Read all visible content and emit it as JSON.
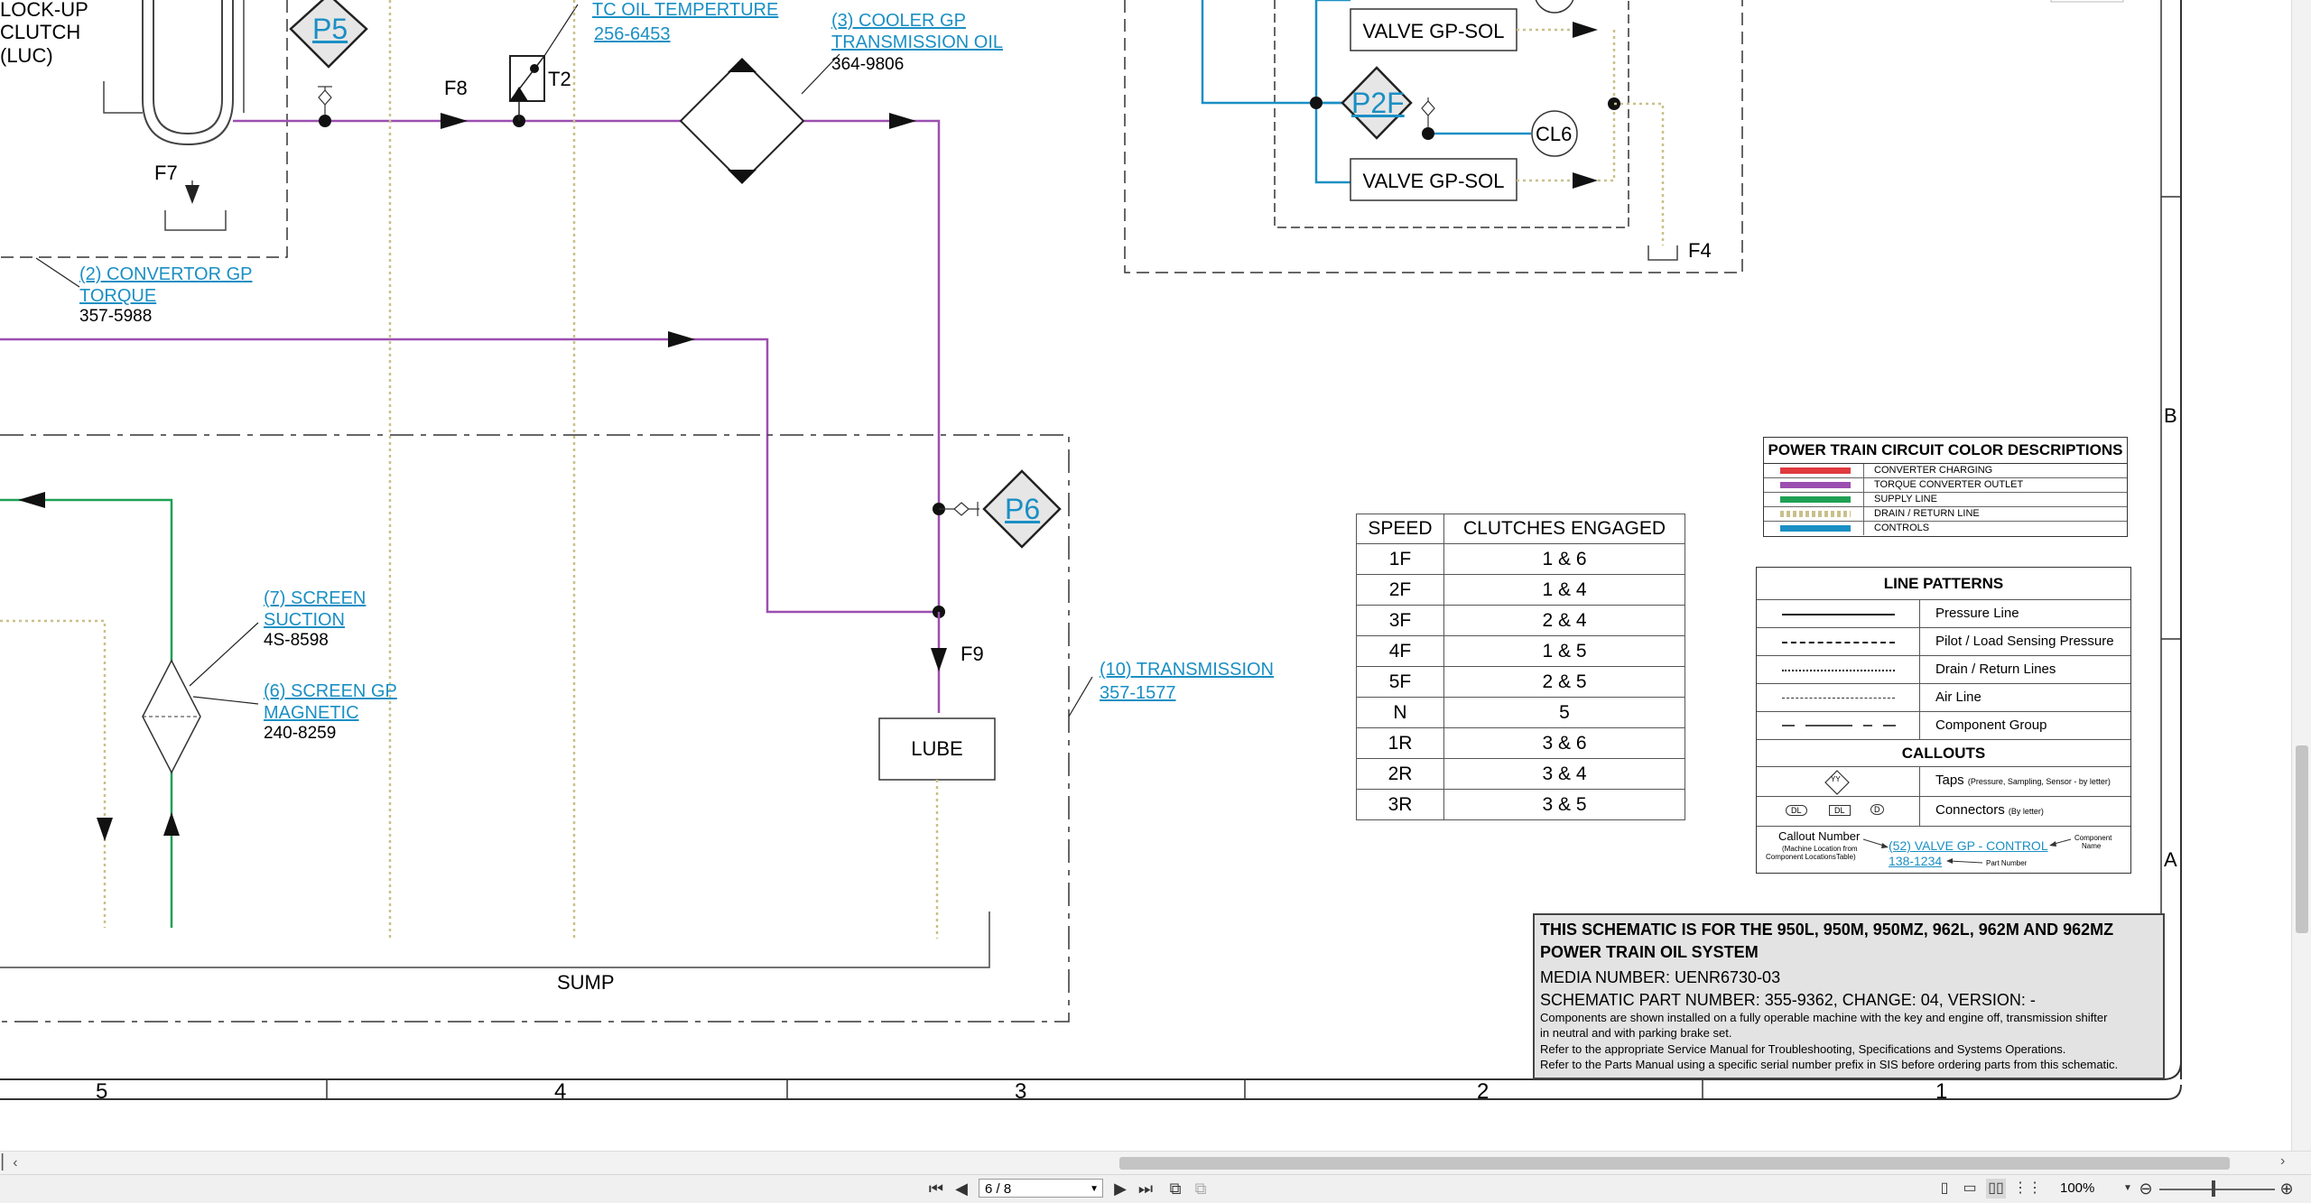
{
  "schematic": {
    "luc_label_lines": [
      "LOCK-UP",
      "CLUTCH",
      "(LUC)"
    ],
    "f7": "F7",
    "f8": "F8",
    "f9": "F9",
    "f4": "F4",
    "t2": "T2",
    "p5": "P5",
    "p6": "P6",
    "p2f": "P2F",
    "cl6": "CL6",
    "tc_oil_temp": "TC OIL TEMPERTURE",
    "tc_oil_temp_pn": "256-6453",
    "cooler_line1": "(3) COOLER GP",
    "cooler_line2": "TRANSMISSION OIL",
    "cooler_pn": "364-9806",
    "convertor_line1": "(2) CONVERTOR GP",
    "convertor_line2": "TORQUE",
    "convertor_pn": "357-5988",
    "valve1": "VALVE GP-SOL",
    "valve2": "VALVE GP-SOL",
    "screen_suction_line1": "(7) SCREEN",
    "screen_suction_line2": "SUCTION",
    "screen_suction_pn": "4S-8598",
    "screen_mag_line1": "(6) SCREEN GP",
    "screen_mag_line2": "MAGNETIC",
    "screen_mag_pn": "240-8259",
    "transmission_line1": "(10) TRANSMISSION",
    "transmission_pn": "357-1577",
    "lube": "LUBE",
    "sump": "SUMP"
  },
  "speed_table": {
    "headers": [
      "SPEED",
      "CLUTCHES ENGAGED"
    ],
    "rows": [
      [
        "1F",
        "1 & 6"
      ],
      [
        "2F",
        "1 & 4"
      ],
      [
        "3F",
        "2 & 4"
      ],
      [
        "4F",
        "1 & 5"
      ],
      [
        "5F",
        "2 & 5"
      ],
      [
        "N",
        "5"
      ],
      [
        "1R",
        "3 & 6"
      ],
      [
        "2R",
        "3 & 4"
      ],
      [
        "3R",
        "3 & 5"
      ]
    ]
  },
  "color_descriptions": {
    "title": "POWER TRAIN CIRCUIT COLOR DESCRIPTIONS",
    "items": [
      {
        "name": "CONVERTER CHARGING",
        "color": "#e03a3e"
      },
      {
        "name": "TORQUE CONVERTER OUTLET",
        "color": "#9b4fb0"
      },
      {
        "name": "SUPPLY LINE",
        "color": "#1fa055"
      },
      {
        "name": "DRAIN / RETURN LINE",
        "color": "#c9c08a"
      },
      {
        "name": "CONTROLS",
        "color": "#1a8fc4"
      }
    ]
  },
  "line_patterns": {
    "title": "LINE PATTERNS",
    "items": [
      "Pressure Line",
      "Pilot / Load Sensing Pressure",
      "Drain / Return Lines",
      "Air Line",
      "Component Group"
    ],
    "callouts_title": "CALLOUTS",
    "taps_label": "Taps",
    "taps_note": "(Pressure, Sampling, Sensor - by letter)",
    "tap_letters": "YY",
    "connectors_label": "Connectors",
    "connectors_note": "(By letter)",
    "connector_tags": [
      "DL",
      "DL",
      "D"
    ],
    "callout_number_label": "Callout Number",
    "callout_number_note1": "(Machine Location from",
    "callout_number_note2": "Component LocationsTable)",
    "example_callout": "(52) VALVE GP - CONTROL",
    "example_pn": "138-1234",
    "component_name_note1": "Component",
    "component_name_note2": "Name",
    "part_number_note": "Part Number"
  },
  "info_box": {
    "line1": "THIS SCHEMATIC IS FOR THE 950L, 950M, 950MZ, 962L, 962M AND 962MZ",
    "line2": "POWER TRAIN OIL SYSTEM",
    "media": "MEDIA NUMBER: UENR6730-03",
    "part": "SCHEMATIC PART NUMBER: 355-9362, CHANGE: 04, VERSION: -",
    "note1": "Components are shown installed on a fully operable machine with the key and engine off, transmission shifter",
    "note2": "in neutral and with parking brake set.",
    "note3": "Refer to the appropriate Service Manual for Troubleshooting, Specifications and Systems Operations.",
    "note4": "Refer to the Parts Manual using a specific serial number prefix in SIS before ordering parts from this schematic."
  },
  "zones": {
    "columns": [
      "5",
      "4",
      "3",
      "2",
      "1"
    ],
    "rows": [
      "B",
      "A"
    ]
  },
  "viewer": {
    "page_display": "6 / 8",
    "zoom": "100%",
    "icons": [
      "first-page-icon",
      "prev-page-icon",
      "next-page-icon",
      "last-page-icon",
      "prev-view-icon",
      "next-view-icon",
      "single-page-icon",
      "continuous-icon",
      "facing-icon",
      "facing-continuous-icon",
      "zoom-out-icon",
      "zoom-in-icon"
    ]
  }
}
